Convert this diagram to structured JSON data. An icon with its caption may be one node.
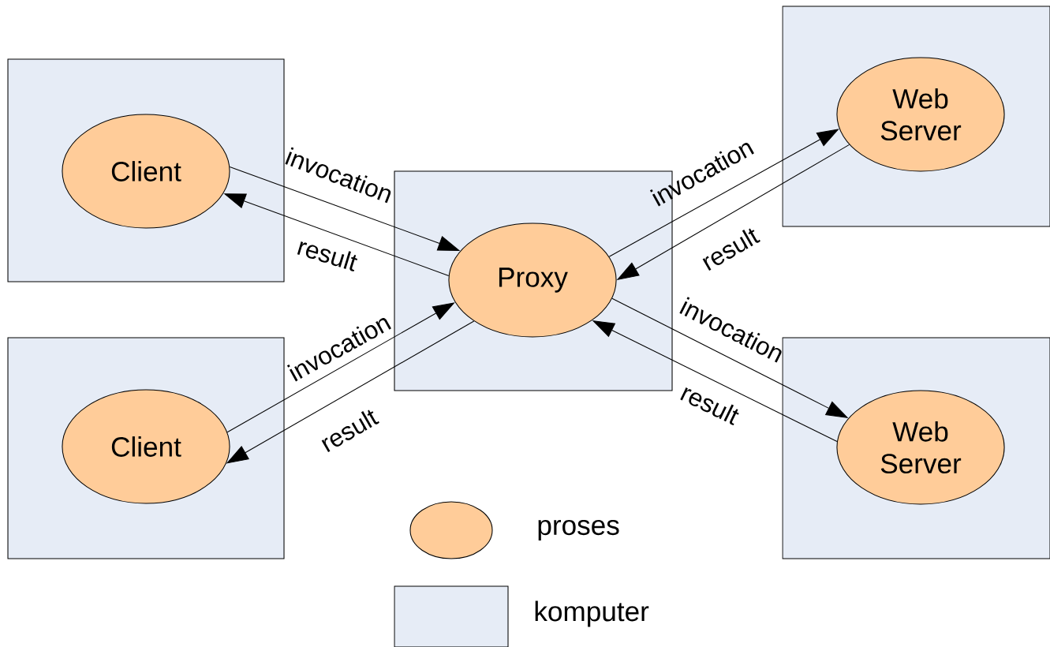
{
  "diagram": {
    "nodes": [
      {
        "text": [],
        "shape": "box"
      },
      {
        "text": [
          "Client"
        ],
        "in": 0
      },
      {
        "text": [],
        "shape": "box"
      },
      {
        "text": [
          "Client"
        ],
        "in": 2
      },
      {
        "text": [],
        "shape": "box"
      },
      {
        "text": [
          "Proxy"
        ],
        "in": 4
      },
      {
        "text": [],
        "shape": "box"
      },
      {
        "text": [
          "Web Server"
        ],
        "in": 6
      },
      {
        "text": [],
        "shape": "box"
      },
      {
        "text": [
          "Web Server"
        ],
        "in": 8
      }
    ],
    "edges": [
      {
        "from": 1,
        "to": 5,
        "arrow": "to",
        "label": "invocation"
      },
      {
        "from": 5,
        "to": 1,
        "arrow": "to",
        "label": "result"
      },
      {
        "from": 3,
        "to": 5,
        "arrow": "to",
        "label": "invocation"
      },
      {
        "from": 5,
        "to": 3,
        "arrow": "to",
        "label": "result"
      },
      {
        "from": 5,
        "to": 7,
        "arrow": "to",
        "label": "invocation"
      },
      {
        "from": 7,
        "to": 5,
        "arrow": "to",
        "label": "result"
      },
      {
        "from": 5,
        "to": 9,
        "arrow": "to",
        "label": "invocation"
      },
      {
        "from": 9,
        "to": 5,
        "arrow": "to",
        "label": "result"
      }
    ],
    "legend": [
      {
        "text": "proses",
        "color": "#ffcc99"
      },
      {
        "text": "komputer",
        "color": "#e6ecf6"
      }
    ]
  }
}
